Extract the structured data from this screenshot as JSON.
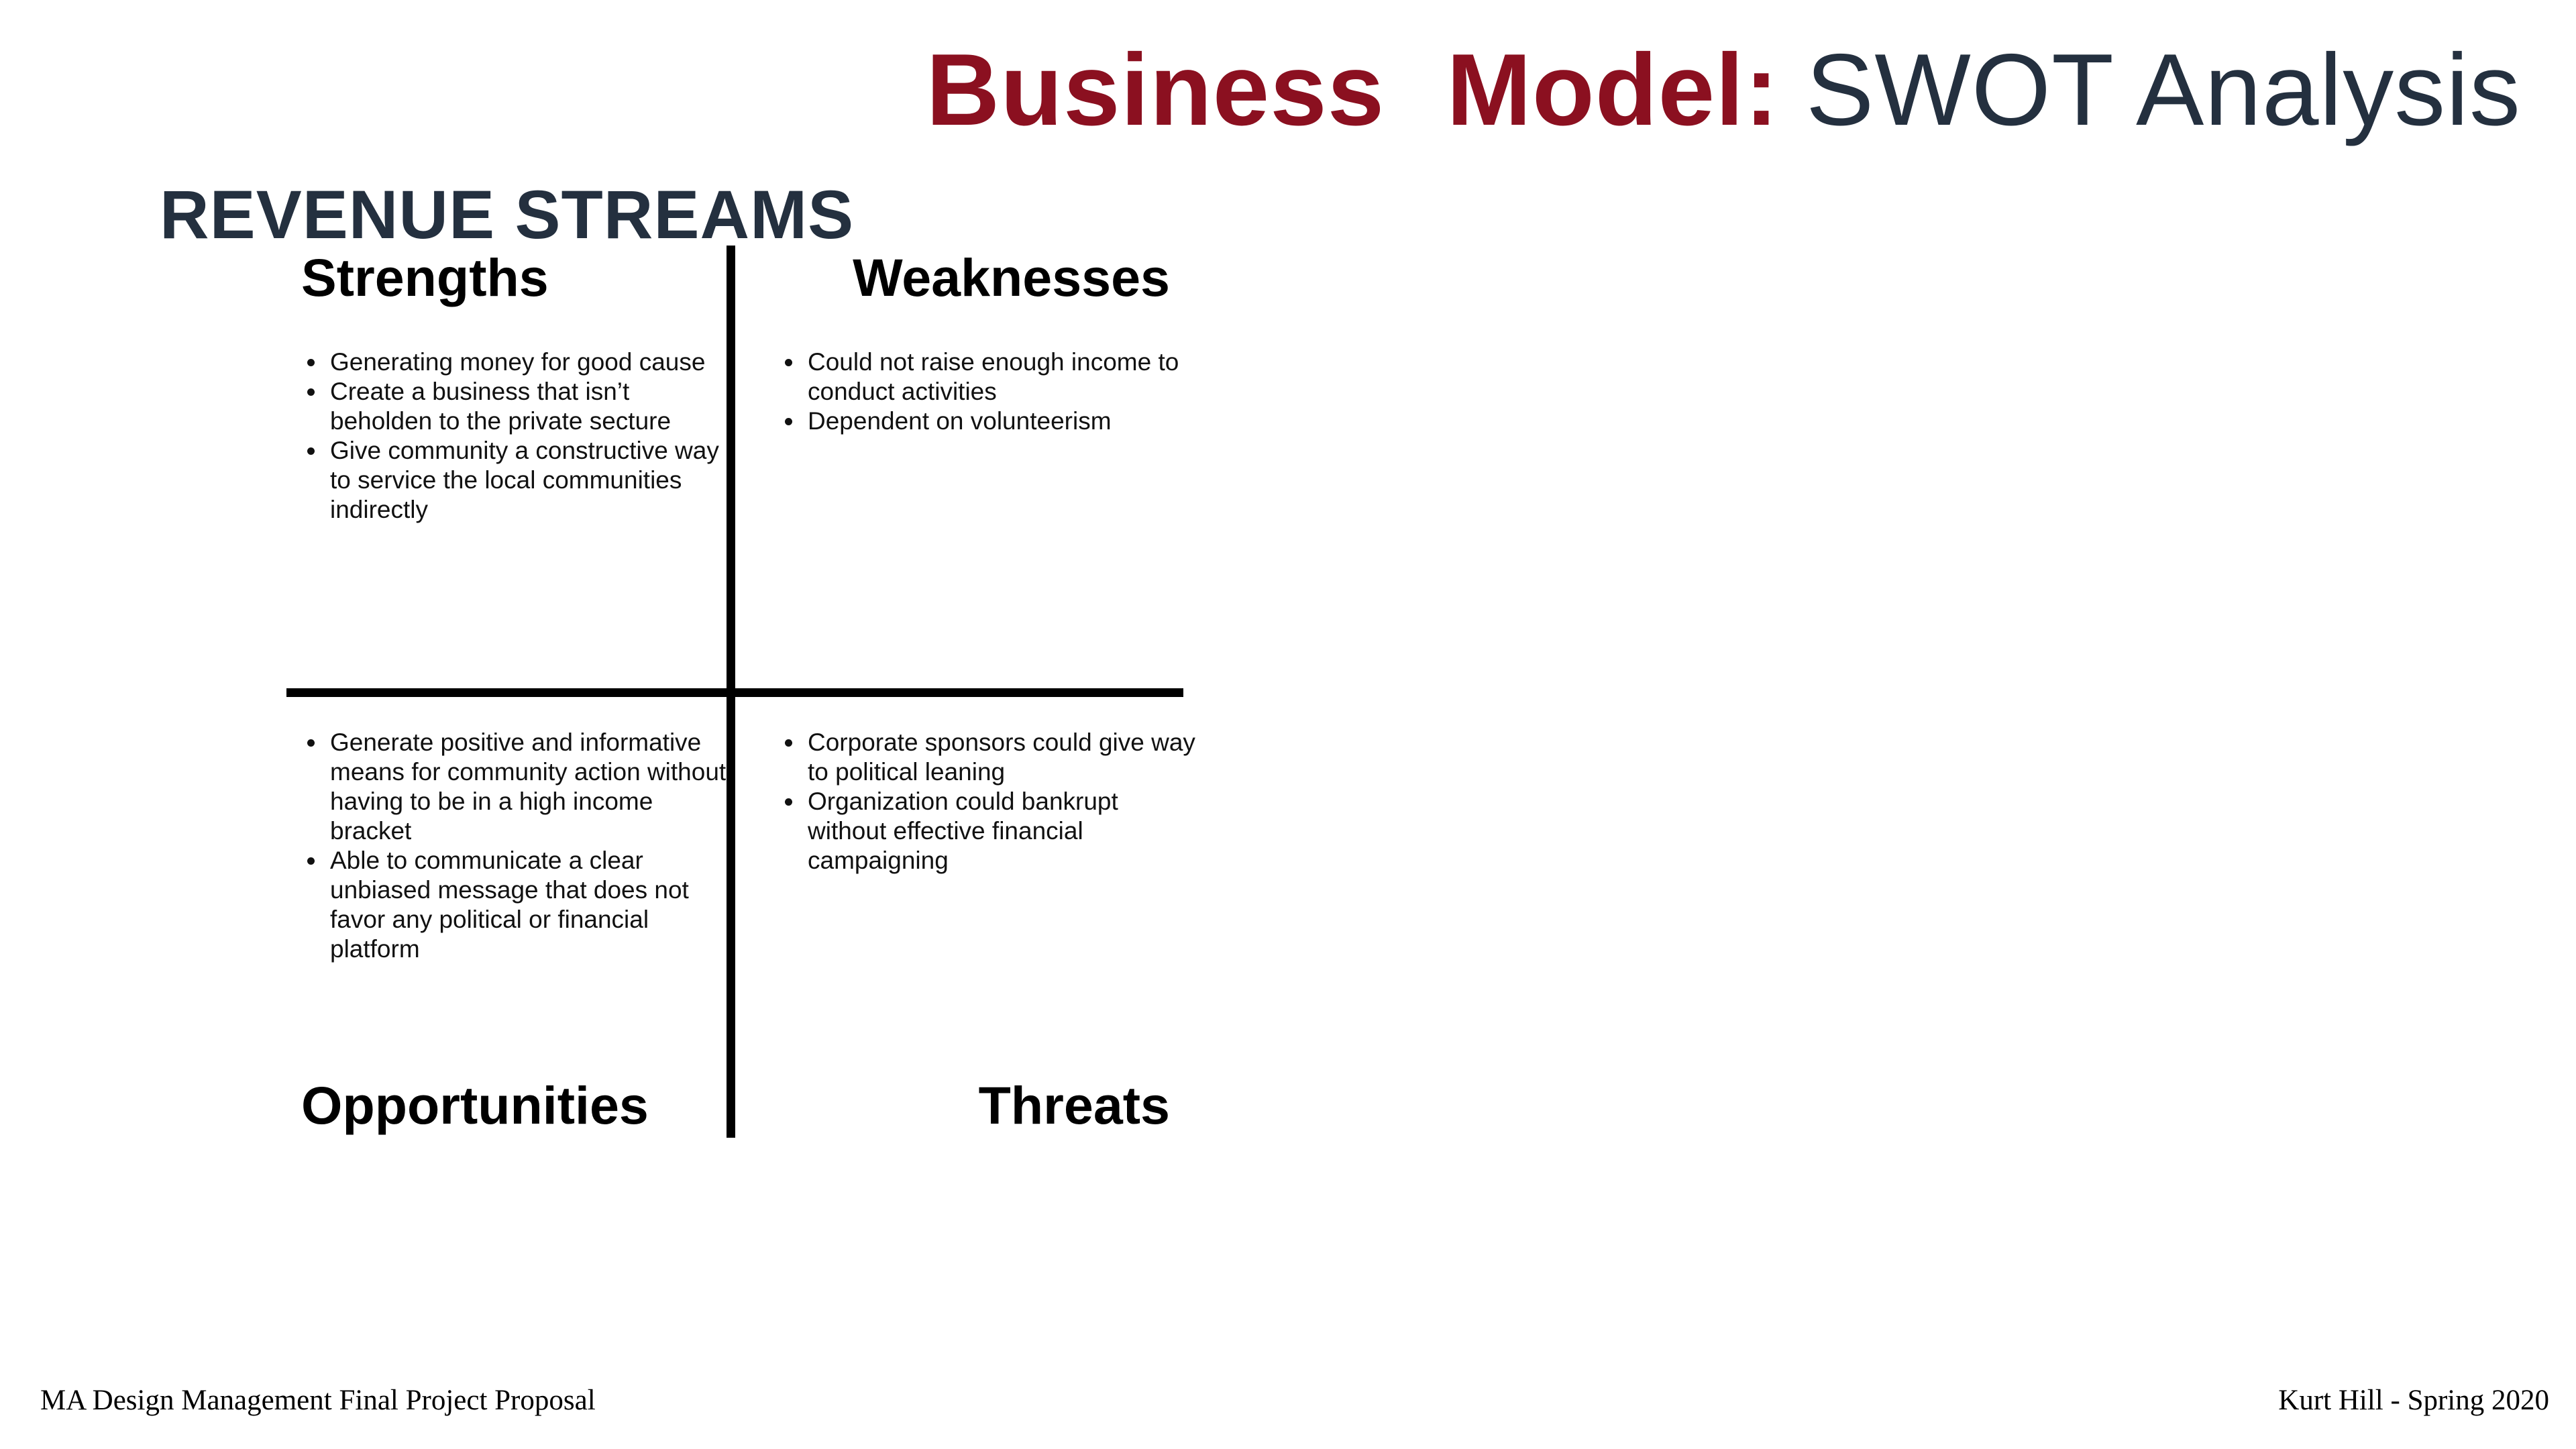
{
  "header": {
    "title_word1": "Business",
    "title_word2": "Model:",
    "title_word3": "SWOT Analysis",
    "accent_color": "#8b1020",
    "title_color": "#24303f"
  },
  "section_title": "REVENUE STREAMS",
  "swot": {
    "strengths": {
      "heading": "Strengths",
      "items": [
        "Generating money for good cause",
        "Create a business that isn’t beholden to the private secture",
        "Give community a constructive way to service the local communities indirectly"
      ]
    },
    "weaknesses": {
      "heading": "Weaknesses",
      "items": [
        "Could not raise enough income to conduct activities",
        "Dependent on volunteerism"
      ]
    },
    "opportunities": {
      "heading": "Opportunities",
      "items": [
        "Generate positive and informative means for community action without having to be in a high income bracket",
        "Able to communicate a clear unbiased message that does not favor any political or financial platform"
      ]
    },
    "threats": {
      "heading": "Threats",
      "items": [
        "Corporate sponsors could give way to political leaning",
        "Organization could bankrupt without effective financial campaigning"
      ]
    }
  },
  "footer": {
    "left": "MA Design Management Final Project Proposal",
    "right": "Kurt Hill - Spring 2020"
  }
}
